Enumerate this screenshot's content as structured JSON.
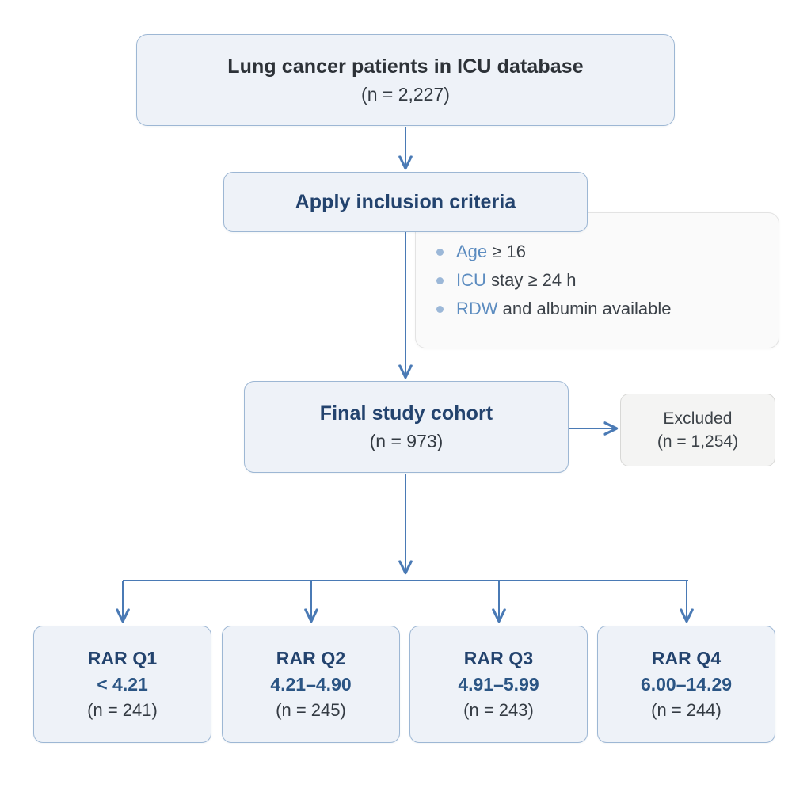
{
  "diagram": {
    "title": "Study flow diagram of lung cancer ICU cohort selection by RAR quartile",
    "accent_color": "#4a7ab5",
    "box_fill": "#eef2f8",
    "box_border": "#9db7d4",
    "title_color": "#23436e",
    "range_color": "#2b5584",
    "muted_fill": "#f4f4f3",
    "muted_border": "#d8d8d6"
  },
  "nodes": {
    "source": {
      "title": "Lung cancer patients in ICU database",
      "count": "(n = 2,227)"
    },
    "criteria_step": {
      "title": "Apply inclusion criteria"
    },
    "criteria_list": [
      {
        "prefix": "",
        "accent": "Age",
        "suffix": " ≥ 16"
      },
      {
        "prefix": "",
        "accent": "ICU",
        "suffix": " stay ≥ 24 h"
      },
      {
        "prefix": "",
        "accent": "RDW",
        "suffix": " and albumin available"
      }
    ],
    "cohort": {
      "title": "Final study cohort",
      "count": "(n = 973)"
    },
    "excluded": {
      "title": "Excluded",
      "count": "(n = 1,254)"
    },
    "quartiles": [
      {
        "title": "RAR Q1",
        "range": "< 4.21",
        "count": "(n = 241)"
      },
      {
        "title": "RAR Q2",
        "range": "4.21–4.90",
        "count": "(n = 245)"
      },
      {
        "title": "RAR Q3",
        "range": "4.91–5.99",
        "count": "(n = 243)"
      },
      {
        "title": "RAR Q4",
        "range": "6.00–14.29",
        "count": "(n = 244)"
      }
    ]
  },
  "chart_data": {
    "type": "diagram",
    "title": "Lung cancer ICU cohort selection flow",
    "nodes": [
      {
        "id": "source",
        "label": "Lung cancer patients in ICU database",
        "n": 2227
      },
      {
        "id": "criteria",
        "label": "Apply inclusion criteria",
        "n": null
      },
      {
        "id": "cohort",
        "label": "Final study cohort",
        "n": 973
      },
      {
        "id": "excluded",
        "label": "Excluded",
        "n": 1254
      },
      {
        "id": "rar_q1",
        "label": "RAR Q1",
        "range": "< 4.21",
        "n": 241
      },
      {
        "id": "rar_q2",
        "label": "RAR Q2",
        "range": "4.21-4.90",
        "n": 245
      },
      {
        "id": "rar_q3",
        "label": "RAR Q3",
        "range": "4.91-5.99",
        "n": 243
      },
      {
        "id": "rar_q4",
        "label": "RAR Q4",
        "range": "6.00-14.29",
        "n": 244
      }
    ],
    "edges": [
      {
        "from": "source",
        "to": "criteria"
      },
      {
        "from": "criteria",
        "to": "cohort"
      },
      {
        "from": "cohort",
        "to": "excluded"
      },
      {
        "from": "cohort",
        "to": "rar_q1"
      },
      {
        "from": "cohort",
        "to": "rar_q2"
      },
      {
        "from": "cohort",
        "to": "rar_q3"
      },
      {
        "from": "cohort",
        "to": "rar_q4"
      }
    ],
    "inclusion_criteria": [
      "Age ≥ 16",
      "ICU stay ≥ 24 h",
      "RDW and albumin available"
    ]
  }
}
